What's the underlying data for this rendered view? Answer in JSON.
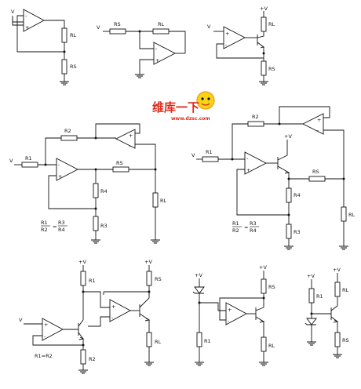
{
  "labels": {
    "v": "V",
    "plus_v": "+V",
    "rl": "RL",
    "rs": "RS",
    "r1": "R1",
    "r2": "R2",
    "r3": "R3",
    "r4": "R4",
    "plus": "+",
    "minus": "-"
  },
  "equations": {
    "c4": {
      "a": "R1",
      "b": "R2",
      "c": "R3",
      "d": "R4",
      "eq": "="
    },
    "c5": {
      "a": "R1",
      "b": "R2",
      "c": "R3",
      "d": "R4",
      "eq": "="
    },
    "c6": "R1=R2"
  },
  "watermark": {
    "site_cn": "维库一下",
    "url": "www.dzsc.com",
    "colors": {
      "red": "#e02a1a",
      "orange": "#f39a12",
      "yellow": "#f7d417"
    }
  }
}
